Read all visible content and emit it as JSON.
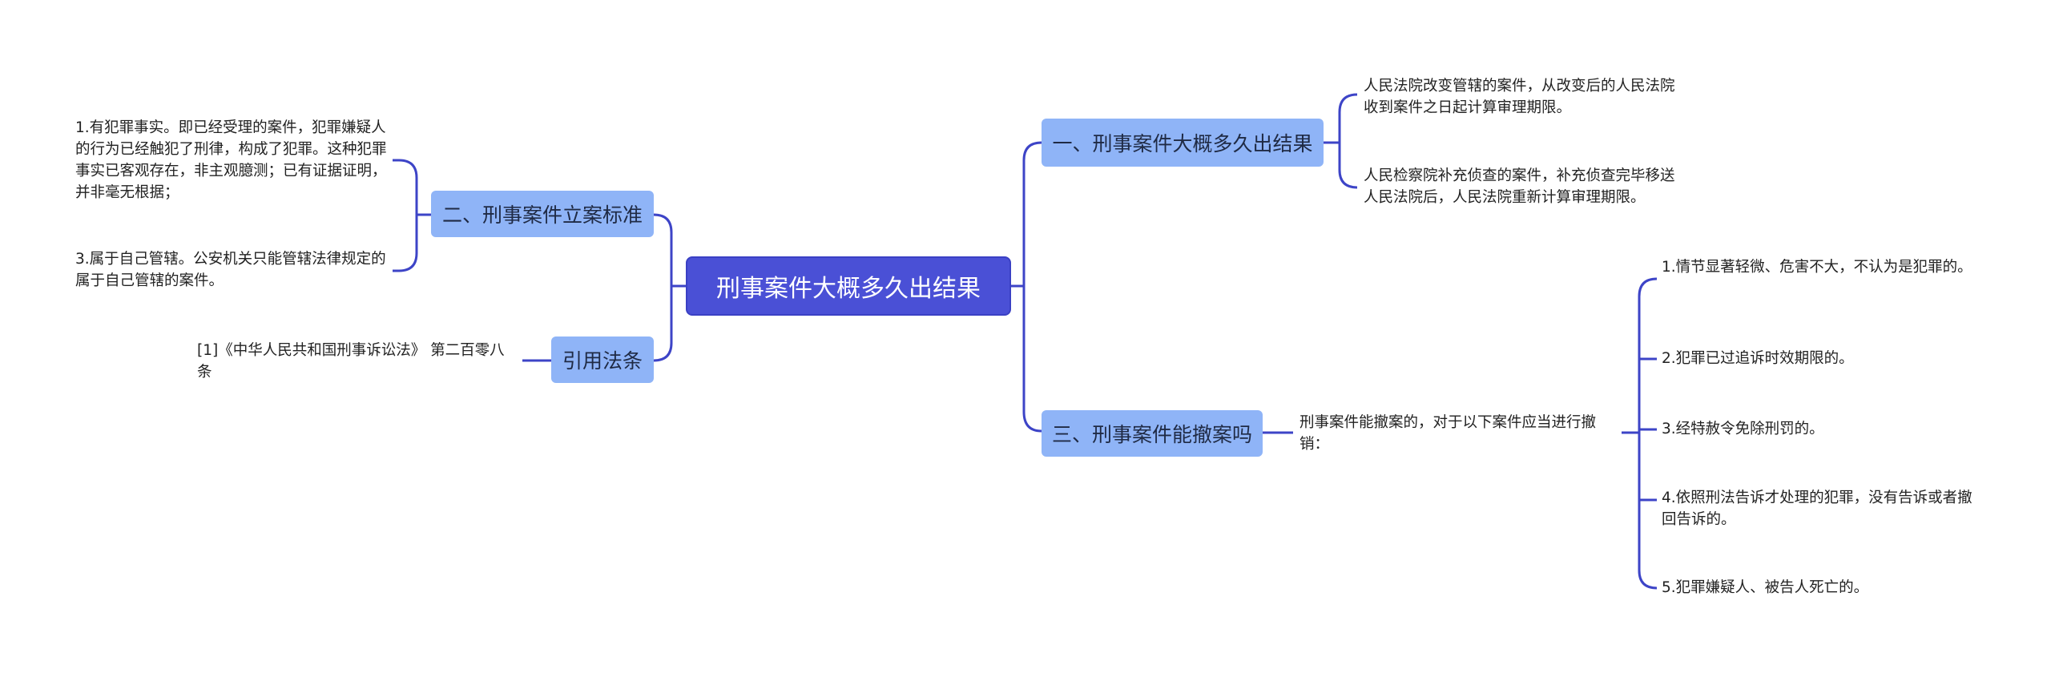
{
  "root": {
    "label": "刑事案件大概多久出结果"
  },
  "branches": {
    "b1": {
      "label": "一、刑事案件大概多久出结果"
    },
    "b2": {
      "label": "二、刑事案件立案标准"
    },
    "b3": {
      "label": "三、刑事案件能撤案吗"
    },
    "b4": {
      "label": "引用法条"
    }
  },
  "leaves": {
    "b1_1": "人民法院改变管辖的案件，从改变后的人民法院收到案件之日起计算审理期限。",
    "b1_2": "人民检察院补充侦查的案件，补充侦查完毕移送人民法院后，人民法院重新计算审理期限。",
    "b2_1": "1.有犯罪事实。即已经受理的案件，犯罪嫌疑人的行为已经触犯了刑律，构成了犯罪。这种犯罪事实已客观存在，非主观臆测；已有证据证明，并非毫无根据；",
    "b2_2": "3.属于自己管辖。公安机关只能管辖法律规定的属于自己管辖的案件。",
    "b3_mid": "刑事案件能撤案的，对于以下案件应当进行撤销：",
    "b3_1": "1.情节显著轻微、危害不大，不认为是犯罪的。",
    "b3_2": "2.犯罪已过追诉时效期限的。",
    "b3_3": "3.经特赦令免除刑罚的。",
    "b3_4": "4.依照刑法告诉才处理的犯罪，没有告诉或者撤回告诉的。",
    "b3_5": "5.犯罪嫌疑人、被告人死亡的。",
    "b4_1": "[1]《中华人民共和国刑事诉讼法》 第二百零八条"
  },
  "colors": {
    "root_fill": "#4a50d6",
    "branch_fill": "#8fb4f7",
    "connector": "#3d44c7"
  }
}
